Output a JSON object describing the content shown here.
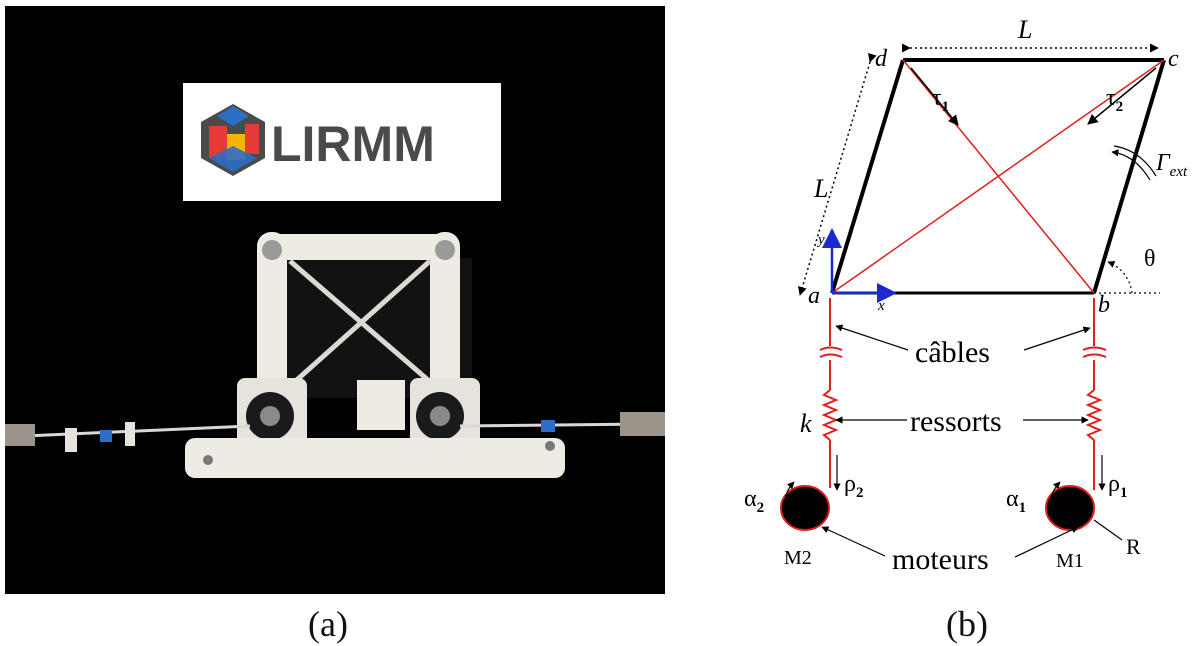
{
  "panel_a": {
    "caption": "(a)",
    "logo_text": "LIRMM",
    "colors": {
      "background": "#000000",
      "robot": "#eeeae4",
      "logo_red": "#e53a36",
      "logo_blue": "#2c6ec5",
      "logo_yellow": "#f5b400",
      "logo_gray": "#4a4a4a"
    }
  },
  "panel_b": {
    "caption": "(b)",
    "corner_labels": {
      "a": "a",
      "b": "b",
      "c": "c",
      "d": "d"
    },
    "length_top": "L",
    "length_left": "L",
    "tau1": "τ",
    "tau1_sub": "1",
    "tau2": "τ",
    "tau2_sub": "2",
    "gamma": "Γ",
    "gamma_sub": "ext",
    "theta": "θ",
    "axis_x": "x",
    "axis_y": "y",
    "cables_label": "câbles",
    "springs_label": "ressorts",
    "stiffness": "k",
    "motors_label": "moteurs",
    "motor_left": "M2",
    "motor_right": "M1",
    "radius": "R",
    "alpha2": "α",
    "alpha2_sub": "2",
    "rho2": "ρ",
    "rho2_sub": "2",
    "alpha1": "α",
    "alpha1_sub": "1",
    "rho1": "ρ",
    "rho1_sub": "1",
    "colors": {
      "cable": "#e01e1e",
      "frame": "#000000",
      "axis": "#1a2ad0"
    }
  }
}
